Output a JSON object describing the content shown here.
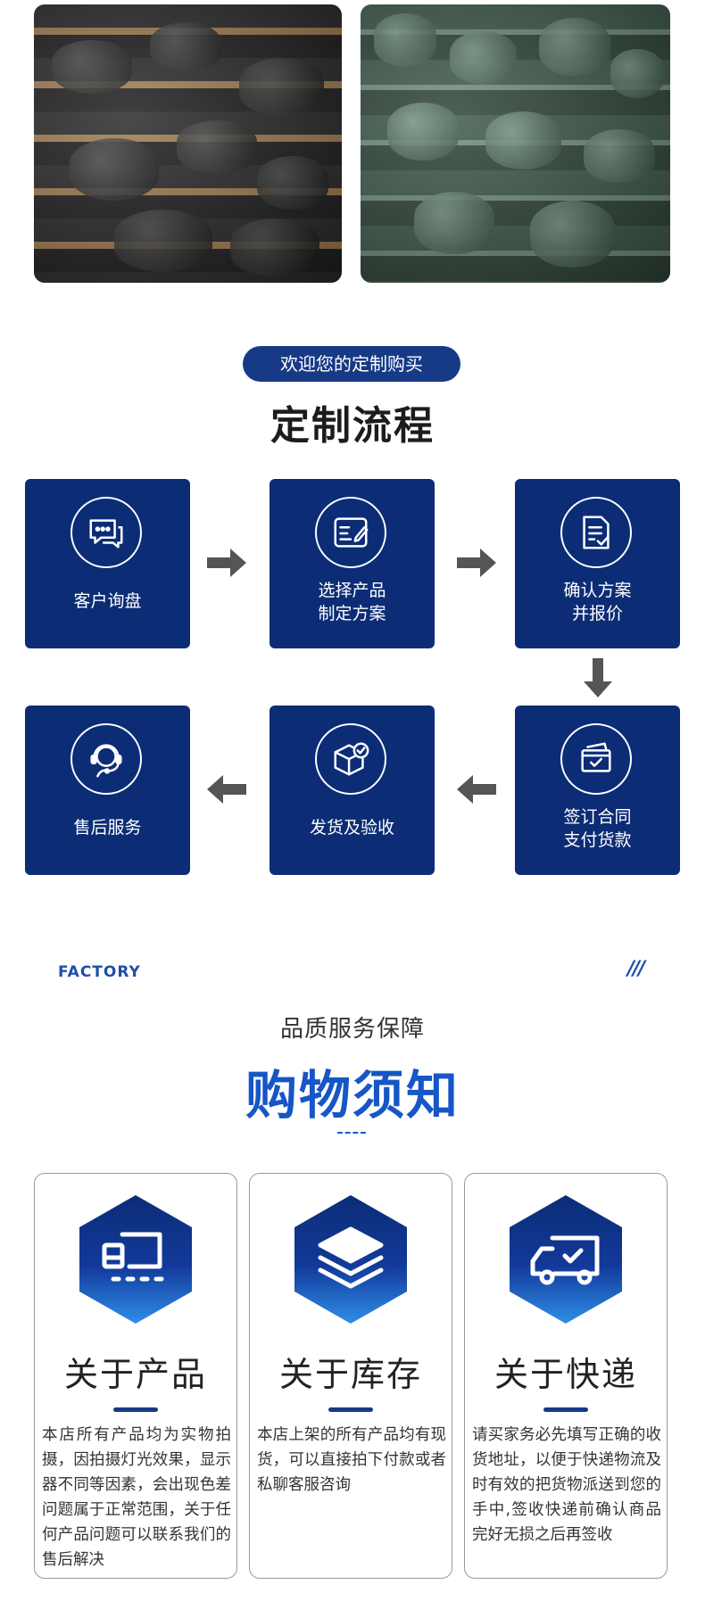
{
  "photos": [
    {
      "name": "factory-photo-black-blowers"
    },
    {
      "name": "factory-photo-green-blowers"
    }
  ],
  "process": {
    "pill": "欢迎您的定制购买",
    "title": "定制流程",
    "steps": [
      {
        "label": "客户询盘",
        "icon": "chat-icon"
      },
      {
        "label": "选择产品\n制定方案",
        "icon": "edit-form-icon"
      },
      {
        "label": "确认方案\n并报价",
        "icon": "document-check-icon"
      },
      {
        "label": "签订合同\n支付货款",
        "icon": "payment-icon"
      },
      {
        "label": "发货及验收",
        "icon": "package-check-icon"
      },
      {
        "label": "售后服务",
        "icon": "customer-service-icon"
      }
    ]
  },
  "shopping": {
    "tag": "FACTORY",
    "slashes": "///",
    "subtitle": "品质服务保障",
    "title": "购物须知",
    "cards": [
      {
        "title": "关于产品",
        "icon": "product-display-icon",
        "text": "本店所有产品均为实物拍摄，因拍摄灯光效果，显示器不同等因素，会出现色差问题属于正常范围，关于任何产品问题可以联系我们的售后解决"
      },
      {
        "title": "关于库存",
        "icon": "layers-stock-icon",
        "text": "本店上架的所有产品均有现货，可以直接拍下付款或者私聊客服咨询"
      },
      {
        "title": "关于快递",
        "icon": "delivery-truck-icon",
        "text": "请买家务必先填写正确的收货地址，以便于快递物流及时有效的把货物派送到您的手中,签收快递前确认商品完好无损之后再签收"
      }
    ]
  },
  "colors": {
    "navy": "#0c2d76",
    "blue": "#1656c6",
    "arrow": "#555555"
  }
}
